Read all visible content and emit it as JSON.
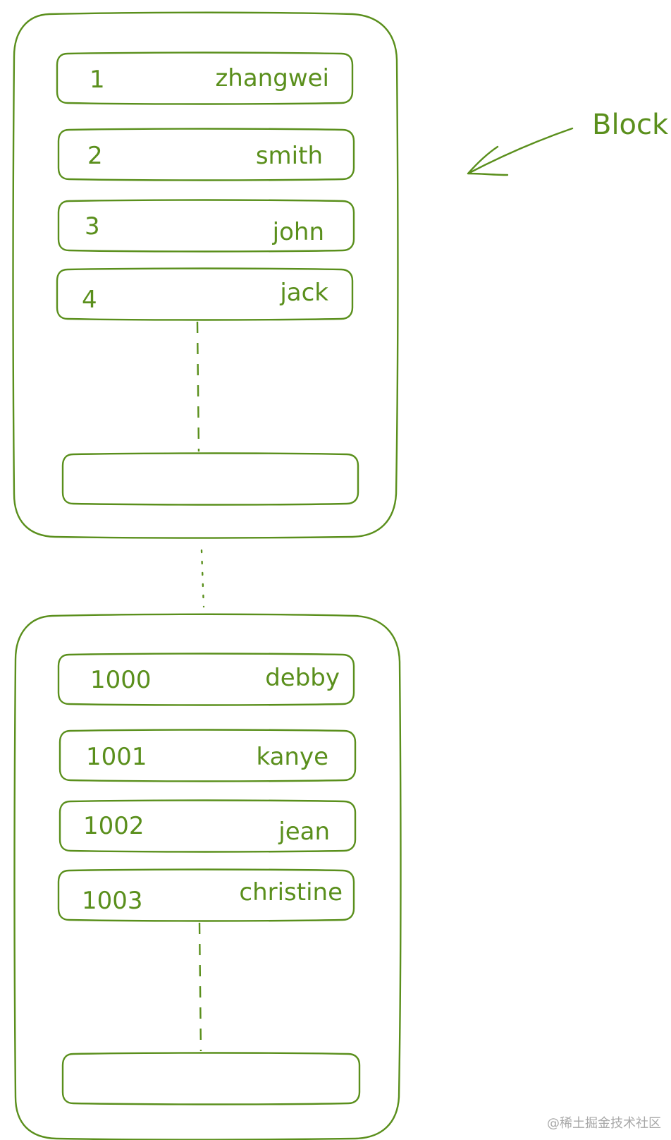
{
  "colors": {
    "stroke": "#5a8f1c",
    "watermark": "#a8a8a8",
    "background": "#ffffff"
  },
  "annotation": {
    "label": "Block"
  },
  "blocks": [
    {
      "rows": [
        {
          "id": "1",
          "name": "zhangwei"
        },
        {
          "id": "2",
          "name": "smith"
        },
        {
          "id": "3",
          "name": "john"
        },
        {
          "id": "4",
          "name": "jack"
        }
      ]
    },
    {
      "rows": [
        {
          "id": "1000",
          "name": "debby"
        },
        {
          "id": "1001",
          "name": "kanye"
        },
        {
          "id": "1002",
          "name": "jean"
        },
        {
          "id": "1003",
          "name": "christine"
        }
      ]
    }
  ],
  "watermark": "@稀土掘金技术社区"
}
